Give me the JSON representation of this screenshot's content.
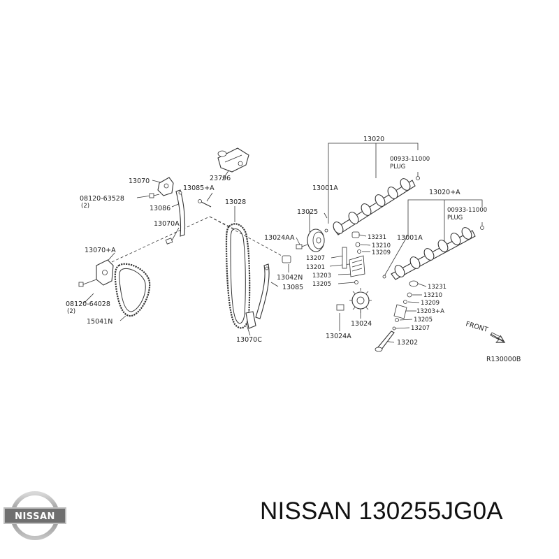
{
  "caption": {
    "brand": "NISSAN",
    "part_number": "130255JG0A"
  },
  "logo": {
    "text": "NISSAN"
  },
  "diagram": {
    "code": "R130000B",
    "front_label": "FRONT",
    "labels": {
      "p13020": "13020",
      "p00933_top": "00933-11000",
      "plug_top": "PLUG",
      "p13001A_top": "13001A",
      "p13020A": "13020+A",
      "p00933_right": "00933-11000",
      "plug_right": "PLUG",
      "p23796": "23796",
      "p13070": "13070",
      "p08120_63528": "08120-63528",
      "qty_2a": "(2)",
      "p13086": "13086",
      "p13085A": "13085+A",
      "p13028": "13028",
      "p13025": "13025",
      "p13070A": "13070A",
      "p13070A2": "13070+A",
      "p13024AA": "13024AA",
      "p13231_top": "13231",
      "p13210_top": "13210",
      "p13209_top": "13209",
      "p13001A_right": "13001A",
      "p13207_top": "13207",
      "p13201": "13201",
      "p13203": "13203",
      "p13205_top": "13205",
      "p13042N": "13042N",
      "p13085": "13085",
      "p08120_64028": "08120-64028",
      "qty_2b": "(2)",
      "p15041N": "15041N",
      "p13231_low": "13231",
      "p13210_low": "13210",
      "p13209_low": "13209",
      "p13203A": "13203+A",
      "p13205_low": "13205",
      "p13207_low": "13207",
      "p13024": "13024",
      "p13024A": "13024A",
      "p13202": "13202",
      "p13070C": "13070C"
    }
  }
}
